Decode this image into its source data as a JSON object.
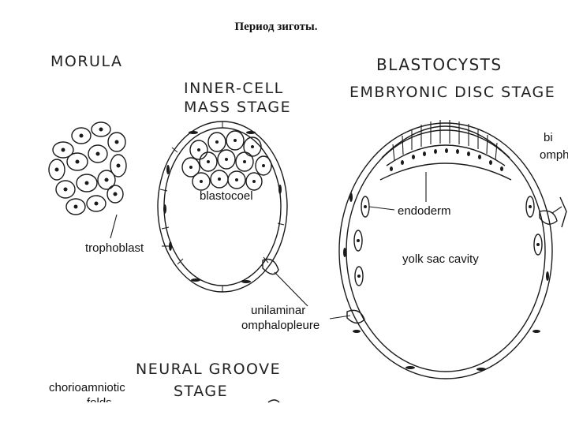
{
  "slide": {
    "title": "Период зиготы."
  },
  "diagram": {
    "headings": {
      "morula": "MORULA",
      "inner_cell_1": "INNER-CELL",
      "inner_cell_2": "MASS STAGE",
      "blastocysts": "BLASTOCYSTS",
      "embryonic_disc": "EMBRYONIC DISC STAGE",
      "neural_groove_1": "NEURAL GROOVE",
      "neural_groove_2": "STAGE"
    },
    "labels": {
      "blastocoel": "blastocoel",
      "trophoblast": "trophoblast",
      "unilaminar": "unilaminar",
      "omphalopleure": "omphalopleure",
      "endoderm": "endoderm",
      "yolk_sac": "yolk sac cavity",
      "bi": "bi",
      "omph": "omph",
      "chorioamniotic": "chorioamniotic",
      "folds": "folds"
    }
  }
}
